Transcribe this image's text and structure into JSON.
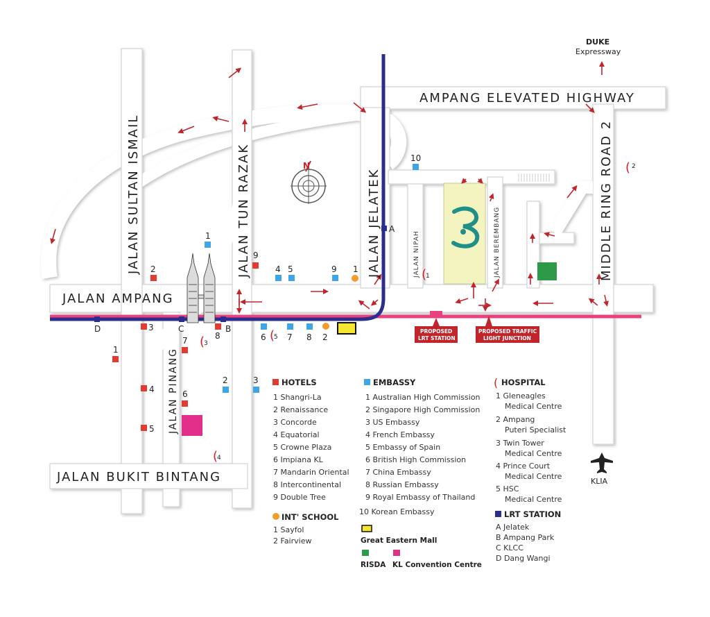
{
  "roads": {
    "ampang_elevated": "AMPANG ELEVATED HIGHWAY",
    "jalan_sultan_ismail": "JALAN SULTAN ISMAIL",
    "jalan_tun_razak": "JALAN TUN RAZAK",
    "jalan_jelatek": "JALAN JELATEK",
    "jalan_ampang": "JALAN AMPANG",
    "middle_ring_road": "MIDDLE RING ROAD 2",
    "jalan_bukit_bintang": "JALAN BUKIT BINTANG",
    "jalan_pinang": "JALAN PINANG",
    "jalan_nipah": "JALAN NIPAH",
    "jalan_berembang": "JALAN BEREMBANG"
  },
  "destinations": {
    "duke_line1": "DUKE",
    "duke_line2": "Expressway",
    "klia": "KLIA"
  },
  "callouts": {
    "lrt_line1": "PROPOSED",
    "lrt_line2": "LRT STATION",
    "junction_line1": "PROPOSED TRAFFIC",
    "junction_line2": "LIGHT JUNCTION"
  },
  "compass_label": "N",
  "station_labels": {
    "A": "A",
    "B": "B",
    "C": "C",
    "D": "D"
  },
  "marker_numbers": {
    "h1": "1",
    "h2": "2",
    "h3": "3",
    "h4": "4",
    "h5": "5",
    "h6": "6",
    "h7": "7",
    "h8": "8",
    "h9": "9",
    "e1": "1",
    "e2": "2",
    "e3": "3",
    "e4": "4",
    "e5": "5",
    "e6": "6",
    "e7": "7",
    "e8": "8",
    "e9": "9",
    "e10": "10",
    "p1": "1",
    "p2": "2",
    "p3": "3",
    "p4": "4",
    "p5": "5",
    "s1": "1",
    "s2": "2"
  },
  "legend": {
    "hotels": {
      "heading": "HOTELS",
      "items": [
        "1  Shangri-La",
        "2  Renaissance",
        "3  Concorde",
        "4  Equatorial",
        "5  Crowne Plaza",
        "6  Impiana KL",
        "7  Mandarin Oriental",
        "8  Intercontinental",
        "9  Double Tree"
      ]
    },
    "school": {
      "heading": "INT' SCHOOL",
      "items": [
        "1  Sayfol",
        "2  Fairview"
      ]
    },
    "embassy": {
      "heading": "EMBASSY",
      "items": [
        "1  Australian High Commission",
        "2  Singapore High Commission",
        "3  US Embassy",
        "4  French Embassy",
        "5  Embassy of Spain",
        "6  British High Commission",
        "7  China Embassy",
        "8  Russian Embassy",
        "9  Royal Embassy of Thailand",
        "10  Korean Embassy"
      ]
    },
    "great_eastern": "Great Eastern Mall",
    "risda": "RISDA",
    "kl_convention": "KL Convention Centre",
    "hospital": {
      "heading": "HOSPITAL",
      "items": [
        [
          "1  Gleneagles",
          "Medical Centre"
        ],
        [
          "2  Ampang",
          "Puteri Specialist"
        ],
        [
          "3  Twin Tower",
          "Medical Centre"
        ],
        [
          "4  Prince Court",
          "Medical Centre"
        ],
        [
          "5  HSC",
          "Medical Centre"
        ]
      ]
    },
    "lrt": {
      "heading": "LRT STATION",
      "items": [
        "A  Jelatek",
        "B  Ampang Park",
        "C  KLCC",
        "D  Dang Wangi"
      ]
    }
  },
  "colors": {
    "hotel": "#e03c31",
    "embassy": "#3ea6e6",
    "hospital": "#d0202a",
    "school": "#f39c2c",
    "lrt": "#2b2e8c",
    "rail_pink": "#e8417e",
    "risda": "#2e9a48",
    "kl_convention": "#e12f8a",
    "great_eastern": "#f7e631",
    "site": "#f3f4bf",
    "arrow": "#c0252b"
  }
}
